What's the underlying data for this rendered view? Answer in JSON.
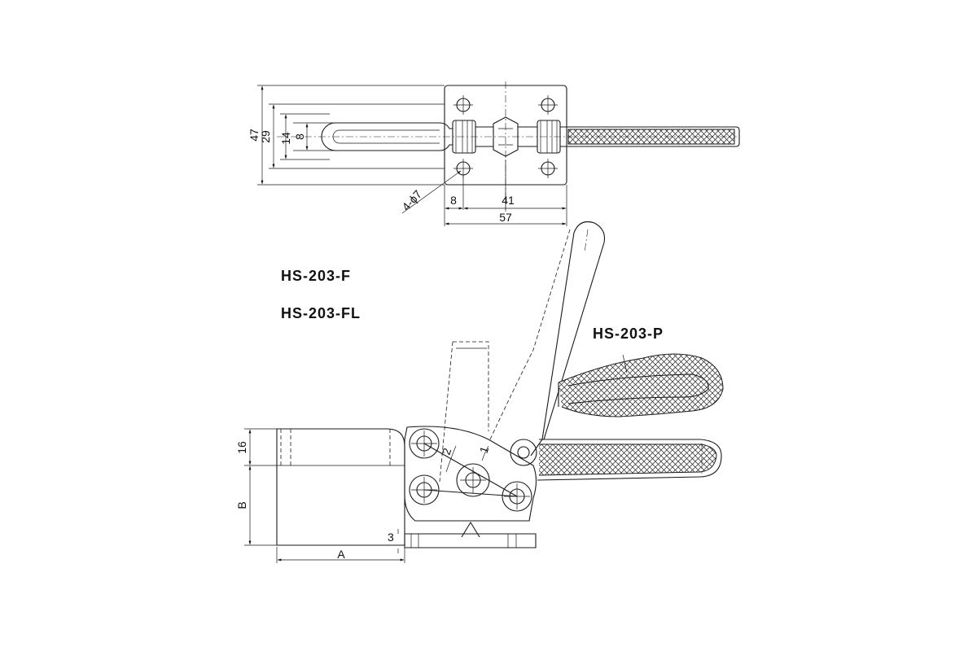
{
  "models": {
    "m1": "HS-203-F",
    "m2": "HS-203-FL",
    "m3": "HS-203-P"
  },
  "top_view": {
    "d47": "47",
    "d29": "29",
    "d14": "14",
    "d8v": "8",
    "holes": "4-ϕ7",
    "d8h": "8",
    "d41": "41",
    "d57": "57"
  },
  "side_view": {
    "d16": "16",
    "dB": "B",
    "dA": "A",
    "d3": "3",
    "ang1": "1",
    "ang2": "2"
  }
}
